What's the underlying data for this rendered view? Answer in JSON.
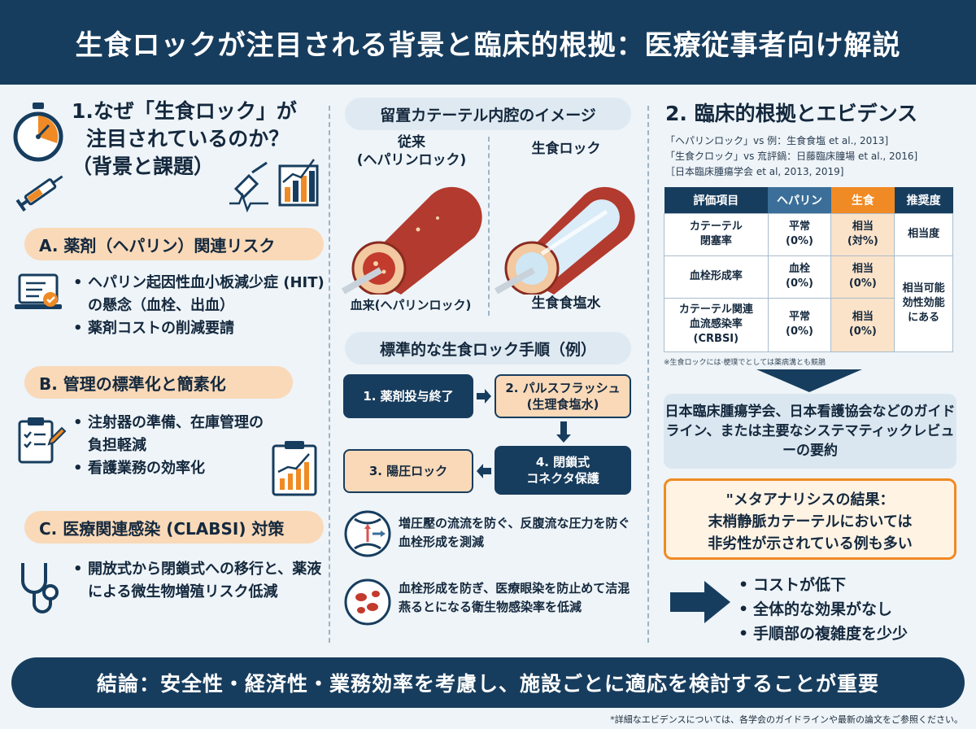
{
  "title": "生食ロックが注目される背景と臨床的根拠：医療従事者向け解説",
  "left": {
    "heading": "1.なぜ「生食ロック」が注目されているのか？（背景と課題）",
    "heading_lines": [
      "1.なぜ「生食ロック」が",
      "注目されているのか？",
      "（背景と課題）"
    ],
    "section_a": {
      "title": "A. 薬剤（ヘパリン）関連リスク",
      "bullets": [
        "ヘパリン起因性血小板減少症 (HIT) の懸念（血栓、出血）",
        "薬剤コストの削減要請"
      ]
    },
    "section_b": {
      "title": "B. 管理の標準化と簡素化",
      "bullets": [
        "注射器の準備、在庫管理の負担軽減",
        "看護業務の効率化"
      ]
    },
    "section_c": {
      "title": "C. 医療関連感染 (CLABSI) 対策",
      "bullets": [
        "開放式から閉鎖式への移行と、薬液による微生物増殖リスク低減"
      ]
    }
  },
  "middle": {
    "image_title": "留置カテーテル内腔のイメージ",
    "conventional_label": "従来\n(ヘパリンロック)",
    "saline_label": "生食ロック",
    "conventional_caption": "血来(ヘパリンロック)",
    "saline_caption": "生食食塩水",
    "procedure_title": "標準的な生食ロック手順（例）",
    "steps": [
      "1. 薬剤投与終了",
      "2. パルスフラッシュ\n(生理食塩水)",
      "3. 陽圧ロック",
      "4. 閉鎖式\nコネクタ保護"
    ],
    "note1": "増圧壓の流流を防ぐ、反腹流な圧力を防ぐ血栓形成を測減",
    "note2": "血栓形成を防ぎ、医療眼染を防止めて洁混燕るとになる衛生物感染率を低減"
  },
  "right": {
    "heading": "2. 臨床的根拠とエビデンス",
    "refs": [
      "「ヘパリンロック」vs 例：生食食塩 et al., 2013]",
      "「生食クロック」vs 㐬評鍋：日藤臨床膧場 et al., 2016]",
      "［日本臨床腫瘍学会 et al, 2013, 2019]"
    ],
    "table": {
      "headers": [
        "評価項目",
        "ヘパリン",
        "生食",
        "推奨度"
      ],
      "rows": [
        {
          "item": "カテーテル\n閉塞率",
          "heparin": "平常\n(0%)",
          "saline": "相当\n(対%)"
        },
        {
          "item": "血栓形成率",
          "heparin": "血栓\n(0%)",
          "saline": "相当\n(0%)"
        },
        {
          "item": "カテーテル関連\n血流感染率\n(CRBSI)",
          "heparin": "平常\n(0%)",
          "saline": "相当\n(0%)"
        }
      ],
      "recommend_1": "相当度",
      "recommend_2": "相当可能\n効性効能\nにある"
    },
    "table_note": "※生食ロックには·梗璞でとしては薬病溝とも競鵑",
    "summary": "日本臨床腫瘍学会、日本看護協会などのガイドライン、または主要なシステマティックレビューの要約",
    "meta": "\"メタアナリシスの結果：\n末梢静脈カテーテルにおいては\n非劣性が示されている例も多い",
    "outcomes": [
      "コストが低下",
      "全体的な効果がなし",
      "手順部の複雑度を少少"
    ]
  },
  "conclusion": "結論：安全性・経済性・業務効率を考慮し、施設ごとに適応を検討することが重要",
  "footnote": "*詳細なエビデンスについては、各学会のガイドラインや最新の論文をご参照ください。",
  "colors": {
    "navy": "#173d5e",
    "orange": "#f08a24",
    "peach": "#f9d9b8",
    "background": "#eef4f8"
  }
}
